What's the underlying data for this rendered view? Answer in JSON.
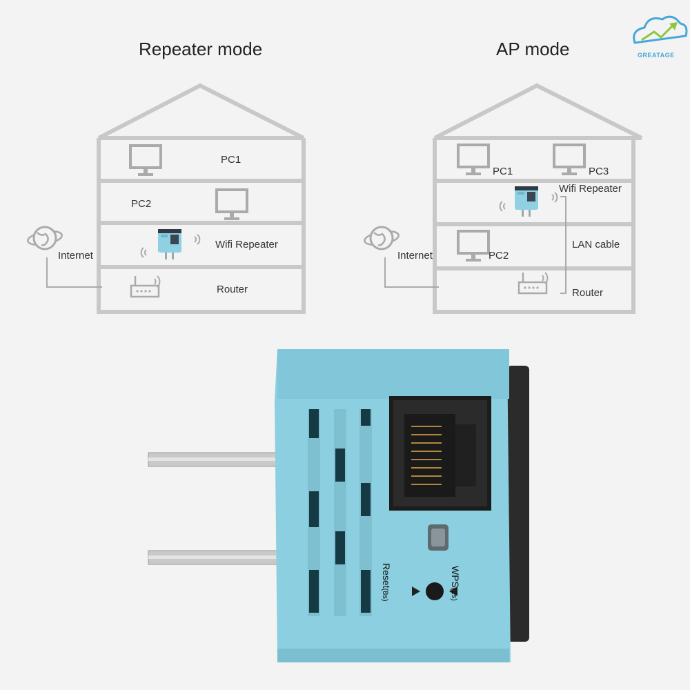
{
  "logo": {
    "text": "GREATAGE",
    "accent": "#49a7d8"
  },
  "repeater_mode": {
    "title": "Repeater mode",
    "labels": {
      "pc1": "PC1",
      "pc2": "PC2",
      "wifi_repeater": "Wifi Repeater",
      "router": "Router",
      "internet": "Internet"
    }
  },
  "ap_mode": {
    "title": "AP mode",
    "labels": {
      "pc1": "PC1",
      "pc3": "PC3",
      "wifi_repeater": "Wifi Repeater",
      "pc2": "PC2",
      "lan_cable": "LAN cable",
      "internet": "Internet",
      "router": "Router"
    }
  },
  "device": {
    "wps": "WPS",
    "wps_time": "(2s)",
    "reset": "Reset",
    "reset_time": "(8s)",
    "body_color": "#8ccfe0"
  },
  "colors": {
    "house_line": "#c6c6c6",
    "icon": "#aaaaaa"
  }
}
